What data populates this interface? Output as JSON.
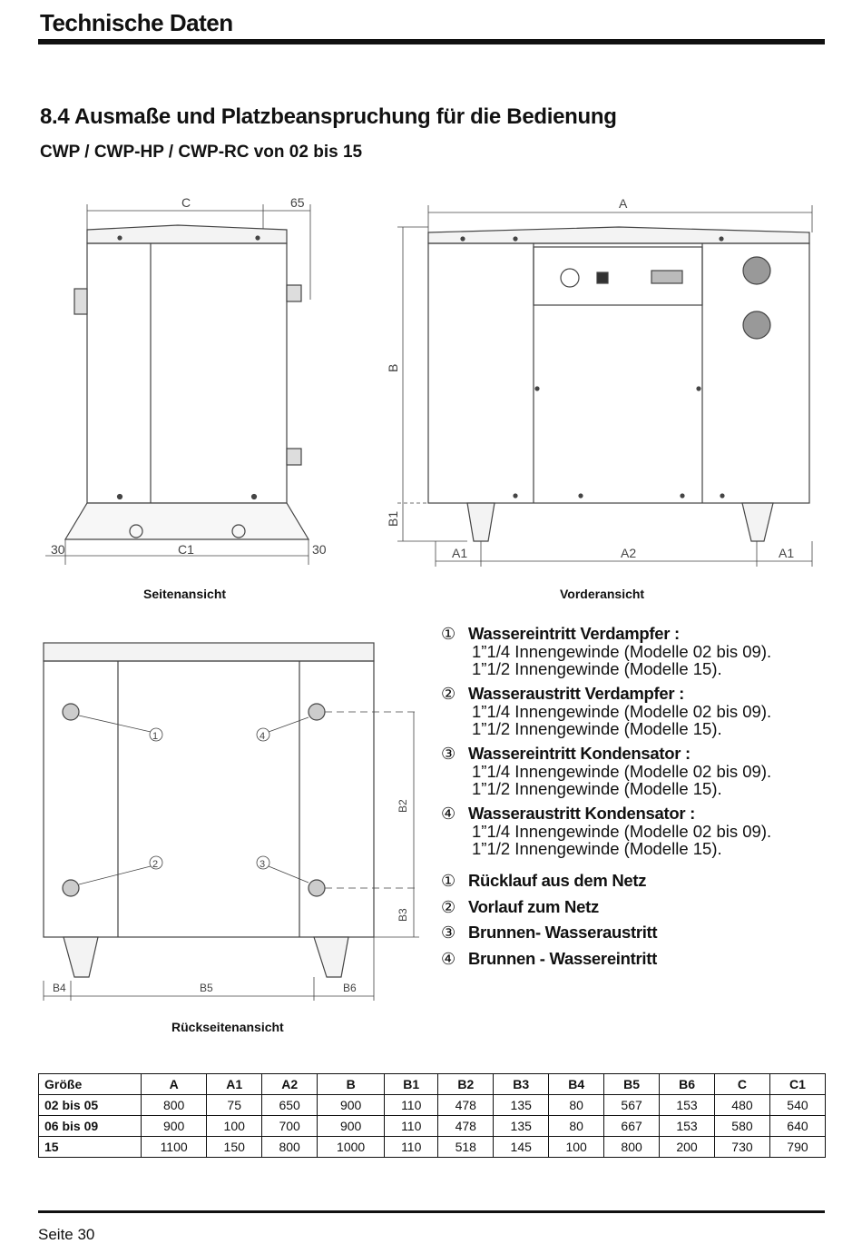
{
  "header": {
    "title": "Technische Daten"
  },
  "section": {
    "title": "8.4  Ausmaße und Platzbeanspruchung für die Bedienung",
    "subtitle": "CWP / CWP-HP / CWP-RC von 02 bis 15"
  },
  "drawings": {
    "side": {
      "caption": "Seitenansicht",
      "labels": {
        "C": "C",
        "d65": "65",
        "C1": "C1",
        "d30l": "30",
        "d30r": "30"
      }
    },
    "front": {
      "caption": "Vorderansicht",
      "labels": {
        "A": "A",
        "B": "B",
        "B1": "B1",
        "A1l": "A1",
        "A2": "A2",
        "A1r": "A1"
      }
    },
    "rear": {
      "caption": "Rückseitenansicht",
      "labels": {
        "B2": "B2",
        "B3": "B3",
        "B4": "B4",
        "B5": "B5",
        "B6": "B6",
        "n1": "1",
        "n2": "2",
        "n3": "3",
        "n4": "4"
      }
    }
  },
  "legend_connections": [
    {
      "num": "①",
      "title": "Wassereintritt Verdampfer :",
      "lines": [
        "1”1/4 Innengewinde (Modelle 02 bis 09).",
        "1”1/2 Innengewinde (Modelle 15)."
      ]
    },
    {
      "num": "②",
      "title": "Wasseraustritt Verdampfer :",
      "lines": [
        "1”1/4 Innengewinde (Modelle 02 bis 09).",
        "1”1/2 Innengewinde (Modelle 15)."
      ]
    },
    {
      "num": "③",
      "title": "Wassereintritt Kondensator :",
      "lines": [
        "1”1/4 Innengewinde (Modelle 02 bis 09).",
        "1”1/2 Innengewinde (Modelle 15)."
      ]
    },
    {
      "num": "④",
      "title": "Wasseraustritt Kondensator :",
      "lines": [
        "1”1/4 Innengewinde (Modelle 02 bis 09).",
        "1”1/2 Innengewinde (Modelle 15)."
      ]
    }
  ],
  "legend_network": [
    {
      "num": "①",
      "title": "Rücklauf aus dem Netz"
    },
    {
      "num": "②",
      "title": "Vorlauf zum Netz"
    },
    {
      "num": "③",
      "title": "Brunnen- Wasseraustritt"
    },
    {
      "num": "④",
      "title": "Brunnen - Wassereintritt"
    }
  ],
  "table": {
    "headers": [
      "Größe",
      "A",
      "A1",
      "A2",
      "B",
      "B1",
      "B2",
      "B3",
      "B4",
      "B5",
      "B6",
      "C",
      "C1"
    ],
    "rows": [
      [
        "02 bis 05",
        "800",
        "75",
        "650",
        "900",
        "110",
        "478",
        "135",
        "80",
        "567",
        "153",
        "480",
        "540"
      ],
      [
        "06 bis 09",
        "900",
        "100",
        "700",
        "900",
        "110",
        "478",
        "135",
        "80",
        "667",
        "153",
        "580",
        "640"
      ],
      [
        "15",
        "1100",
        "150",
        "800",
        "1000",
        "110",
        "518",
        "145",
        "100",
        "800",
        "200",
        "730",
        "790"
      ]
    ]
  },
  "footer": {
    "page": "Seite 30"
  }
}
